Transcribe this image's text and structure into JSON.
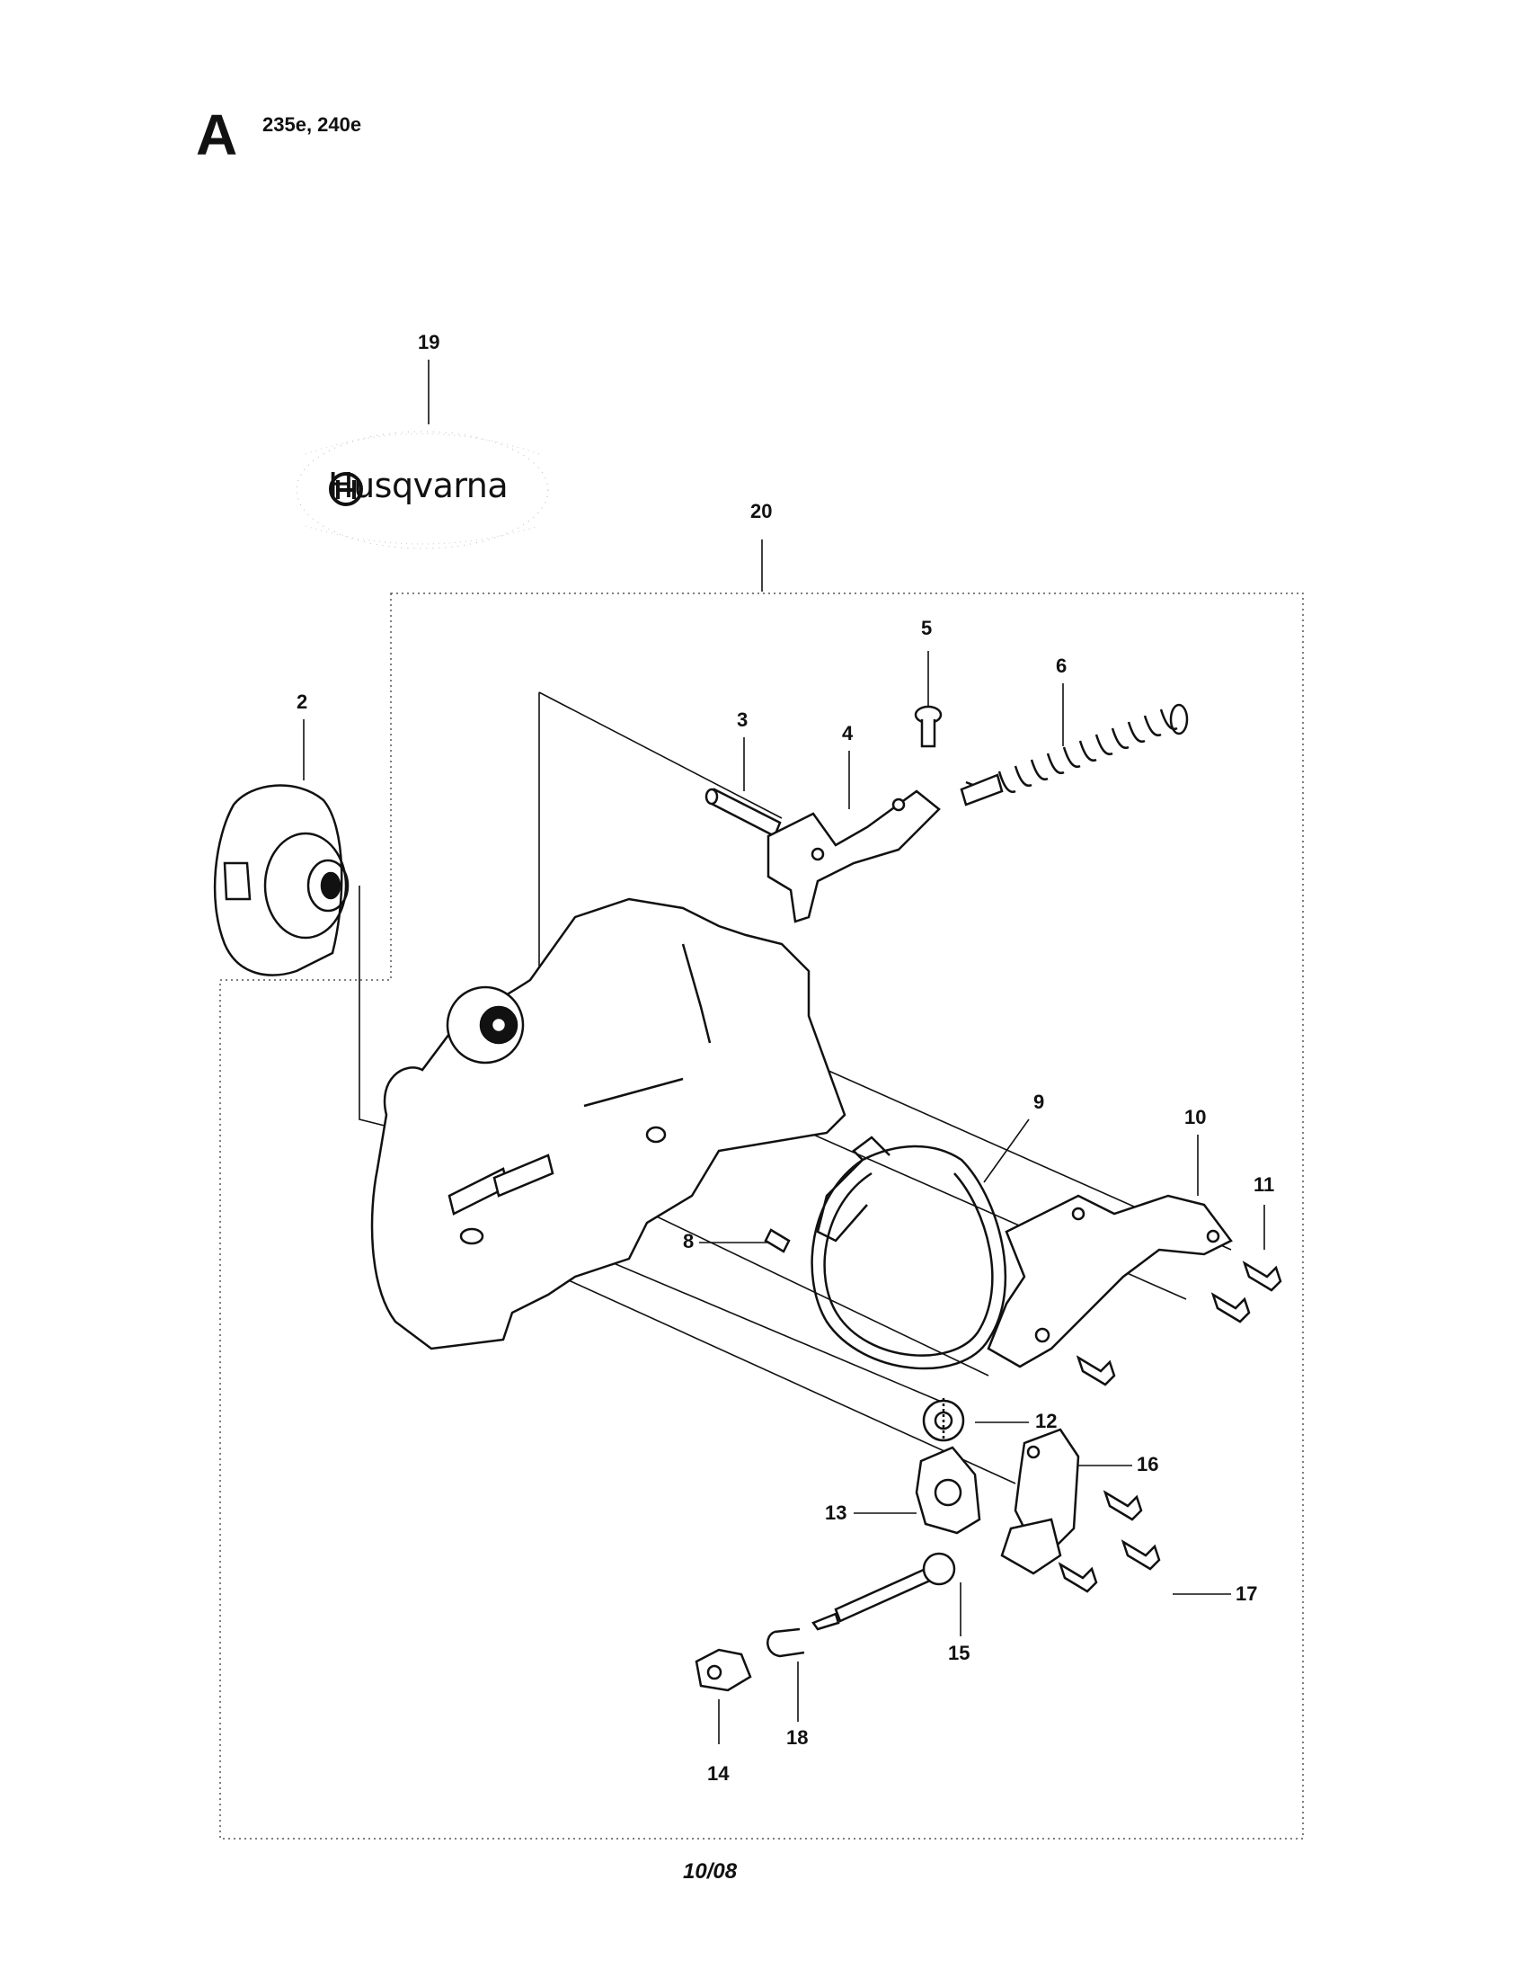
{
  "section": {
    "letter": "A",
    "models": "235e, 240e"
  },
  "logo": {
    "brand": "Husqvarna"
  },
  "callouts": {
    "c2": "2",
    "c3": "3",
    "c4": "4",
    "c5": "5",
    "c6": "6",
    "c8": "8",
    "c9": "9",
    "c10": "10",
    "c11": "11",
    "c12": "12",
    "c13": "13",
    "c14": "14",
    "c15": "15",
    "c16": "16",
    "c17": "17",
    "c18": "18",
    "c19": "19",
    "c20": "20"
  },
  "footer": {
    "date": "10/08"
  }
}
